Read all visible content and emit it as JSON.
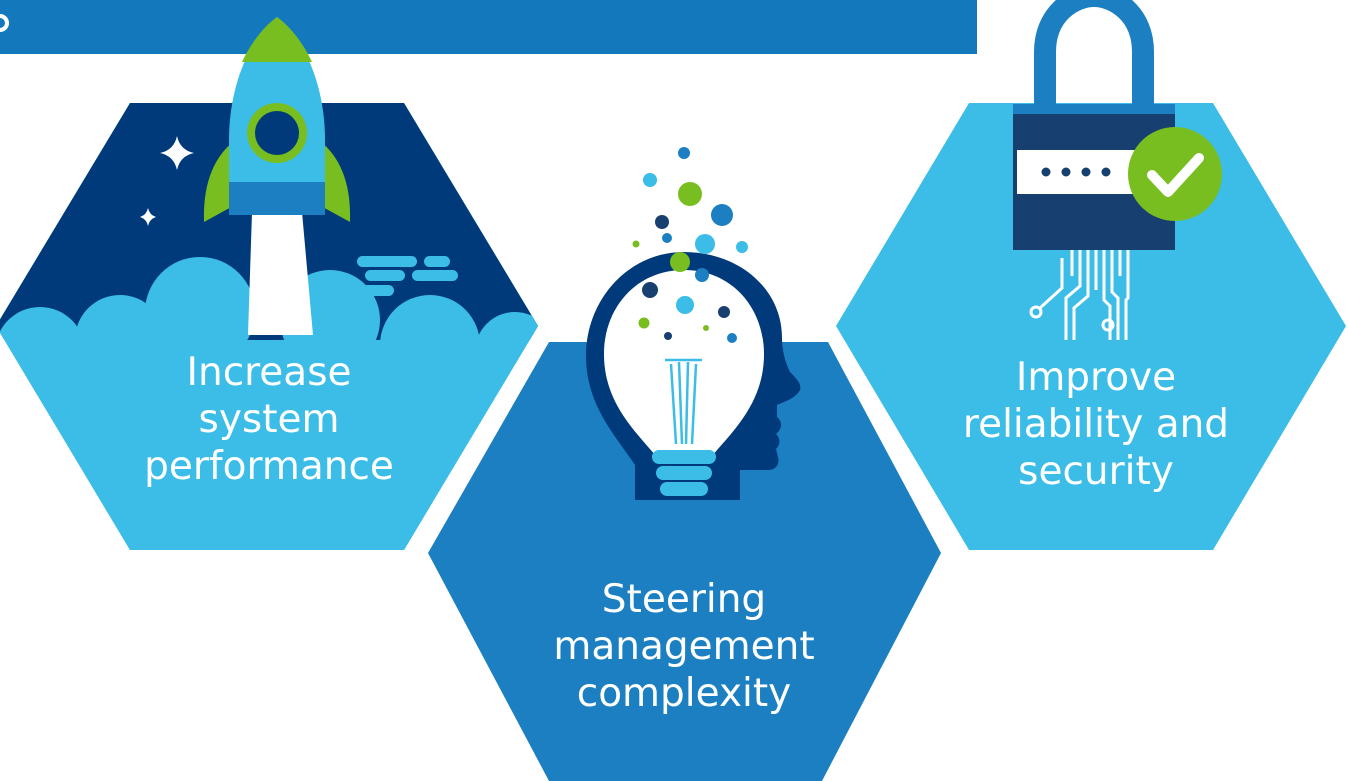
{
  "colors": {
    "banner": "#1479bc",
    "light_blue": "#3bbde8",
    "mid_blue": "#1b7fc1",
    "navy": "#003a7a",
    "dark_navy": "#173f70",
    "green": "#78be20",
    "white": "#ffffff"
  },
  "hexagons": [
    {
      "id": "performance",
      "lines": [
        "Increase",
        "system",
        "performance"
      ]
    },
    {
      "id": "complexity",
      "lines": [
        "Steering",
        "management",
        "complexity"
      ]
    },
    {
      "id": "security",
      "lines": [
        "Improve",
        "reliability and",
        "security"
      ]
    }
  ],
  "icons": [
    "rocket-icon",
    "lightbulb-head-icon",
    "padlock-check-icon"
  ]
}
